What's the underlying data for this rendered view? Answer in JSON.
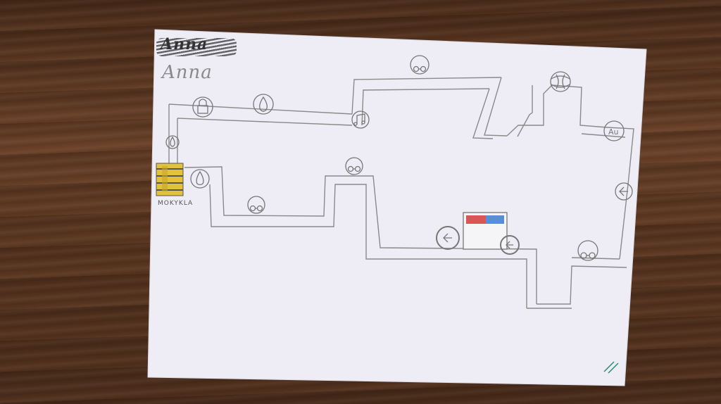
{
  "drawing": {
    "name_scribbled": "Anna",
    "name_written": "Anna",
    "school_label": "MOKYKLA"
  },
  "icons": [
    {
      "name": "lock-icon"
    },
    {
      "name": "drop-icon"
    },
    {
      "name": "drop-icon"
    },
    {
      "name": "drop-icon"
    },
    {
      "name": "music-icon"
    },
    {
      "name": "glasses-icon"
    },
    {
      "name": "glasses-icon"
    },
    {
      "name": "glasses-icon"
    },
    {
      "name": "glasses-icon"
    },
    {
      "name": "globe-icon"
    },
    {
      "name": "au-icon"
    },
    {
      "name": "arrow-icon"
    },
    {
      "name": "arrow-icon"
    }
  ],
  "icon_labels": {
    "au": "Au"
  },
  "colors": {
    "paper": "#eeedf6",
    "pencil": "#7b7b7b",
    "table_wood": "#5b3a24",
    "sticker_red": "#d23a3a",
    "sticker_blue": "#3a7bd2",
    "school_yellow": "#e2c23a"
  }
}
